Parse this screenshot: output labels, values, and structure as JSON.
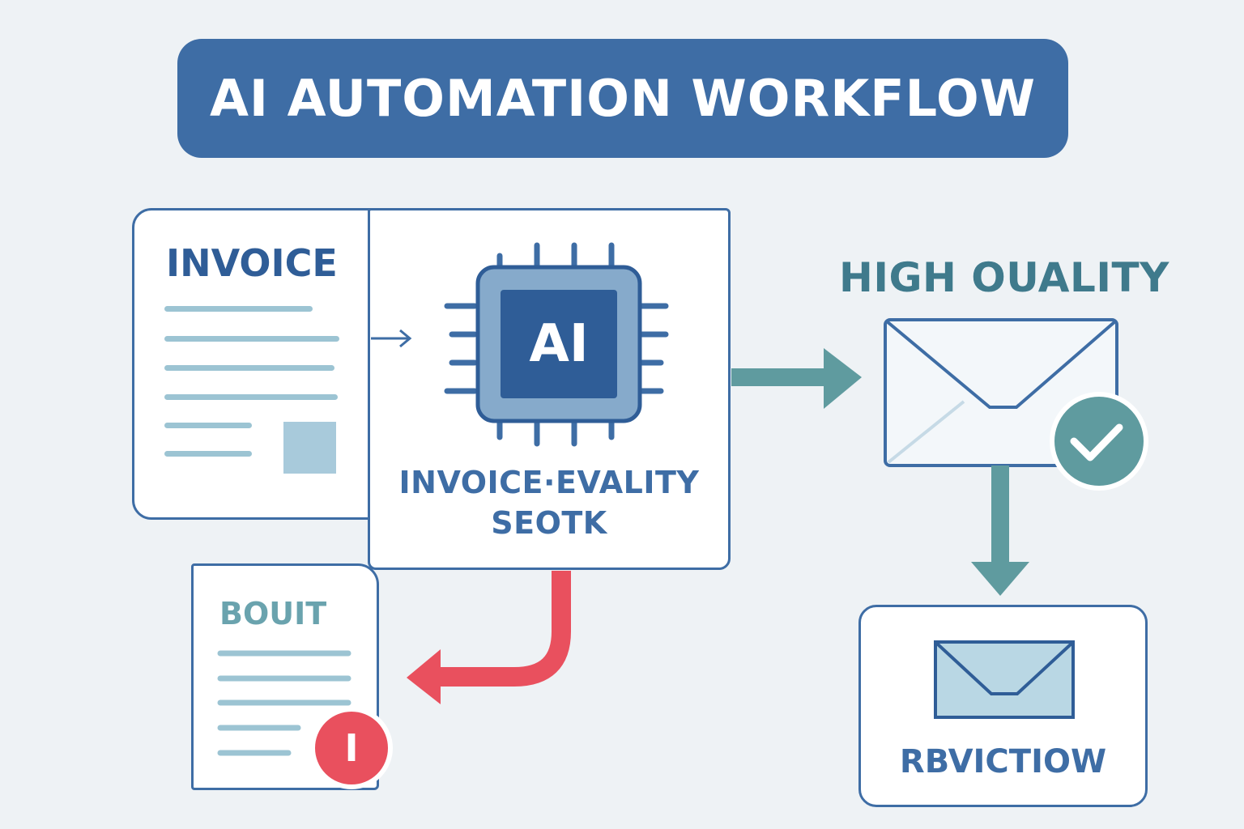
{
  "title": "AI AUTOMATION WORKFLOW",
  "invoice": {
    "label": "INVOICE"
  },
  "ai_step": {
    "chip_label": "AI",
    "caption_line1": "INVOICE·EVALITY",
    "caption_line2": "SEOTK"
  },
  "high_quality": {
    "label": "HIGH OUALITY",
    "badge_icon": "check-icon"
  },
  "flagged": {
    "label": "BOUIT",
    "badge_text": "I"
  },
  "review": {
    "label": "RBVICTIOW"
  },
  "colors": {
    "primary_blue": "#3e6da5",
    "dark_blue": "#2f5d97",
    "teal": "#5f9b9f",
    "light_blue_line": "#9cc4d3",
    "pale_blue": "#b9d7e4",
    "red": "#e9505e",
    "background": "#eef2f5"
  }
}
